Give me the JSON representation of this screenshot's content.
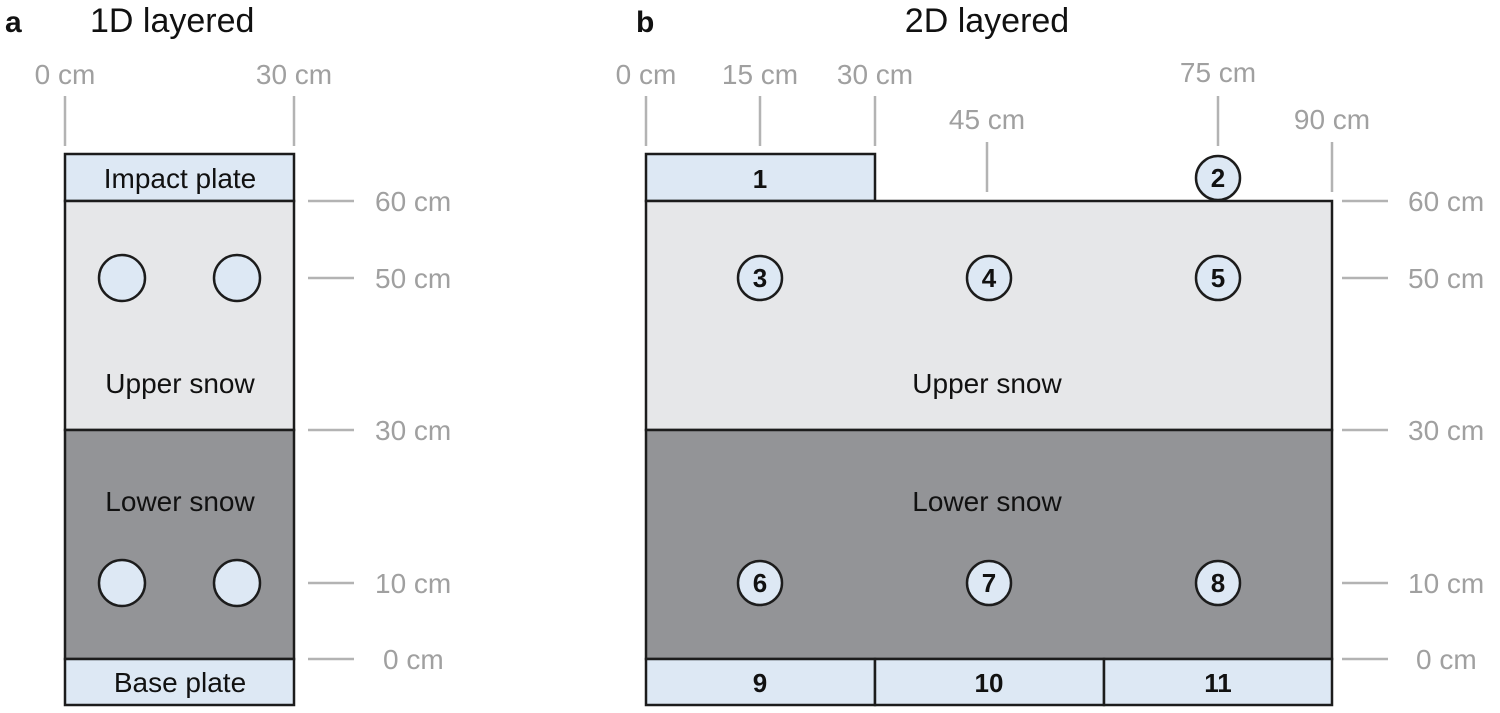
{
  "colors": {
    "plate": "#dde8f4",
    "upper_snow": "#e6e7e9",
    "lower_snow": "#939497",
    "sensor": "#dde8f4",
    "outline": "#1c1c1c",
    "tick": "#a0a0a0"
  },
  "panel_a": {
    "letter": "a",
    "title": "1D layered",
    "x_ticks": [
      "0 cm",
      "30 cm"
    ],
    "y_ticks": [
      "60 cm",
      "50 cm",
      "30 cm",
      "10 cm",
      "0 cm"
    ],
    "impact_plate": "Impact plate",
    "upper_snow": "Upper snow",
    "lower_snow": "Lower snow",
    "base_plate": "Base plate"
  },
  "panel_b": {
    "letter": "b",
    "title": "2D layered",
    "x_ticks": [
      "0 cm",
      "15 cm",
      "30 cm",
      "45 cm",
      "75 cm",
      "90 cm"
    ],
    "y_ticks": [
      "60 cm",
      "50 cm",
      "30 cm",
      "10 cm",
      "0 cm"
    ],
    "upper_snow": "Upper snow",
    "lower_snow": "Lower snow",
    "plate_labels": [
      "1",
      "9",
      "10",
      "11"
    ],
    "sensor_labels": [
      "2",
      "3",
      "4",
      "5",
      "6",
      "7",
      "8"
    ]
  }
}
